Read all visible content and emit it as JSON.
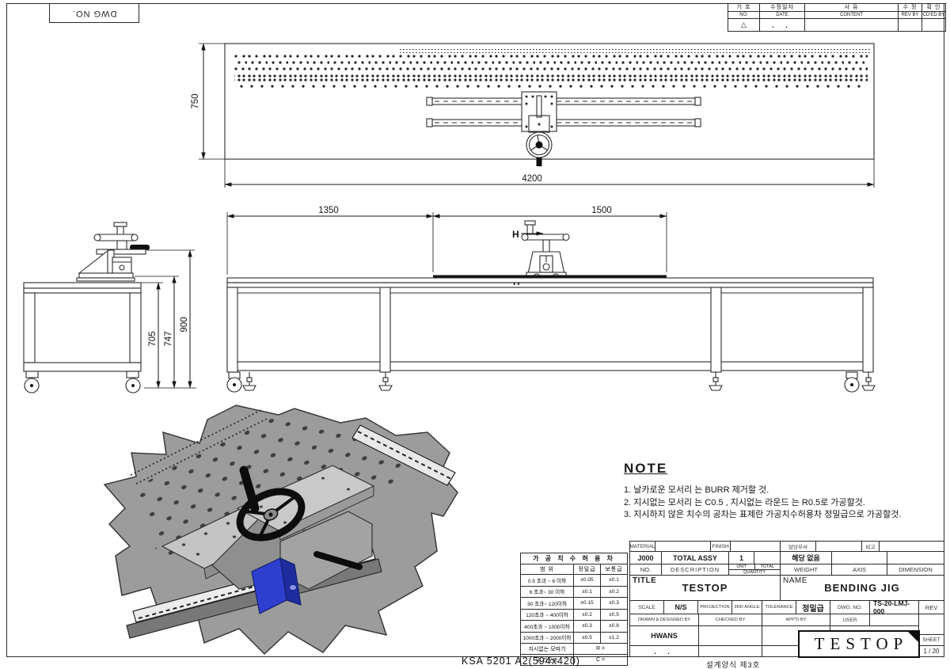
{
  "sheet": {
    "dwg_no_label": "DWG NO.",
    "footer_left": "KSA  5201  A2(594x420)",
    "footer_right": "설계양식 제3호"
  },
  "revision_table": {
    "headers": [
      {
        "ko": "기 호",
        "en": "NO."
      },
      {
        "ko": "수정일자",
        "en": "DATE"
      },
      {
        "ko": "사      유",
        "en": "CONTENT"
      },
      {
        "ko": "수 정",
        "en": "REV BY"
      },
      {
        "ko": "확 인",
        "en": "CD'ED BY"
      }
    ],
    "row": {
      "no": "△",
      "date": ".    .",
      "content": "",
      "rev_by": "",
      "cded_by": ""
    }
  },
  "views": {
    "top": {
      "width_dim": "4200",
      "depth_dim": "750"
    },
    "front": {
      "dim_left": "1350",
      "dim_right": "1500",
      "section_label": "H"
    },
    "side": {
      "dim_1": "705",
      "dim_2": "747",
      "dim_3": "900"
    }
  },
  "note": {
    "title": "NOTE",
    "items": [
      "1. 날카로운 모서리 는 BURR 제거할 것.",
      "2. 지시없는 모서리 는 C0.5 , 지시없는 라운드 는 R0.5로 가공할것.",
      "3. 지시하지 않은 치수의 공차는 표제란 가공치수허용차 정밀급으로 가공할것."
    ]
  },
  "tolerance_table": {
    "title": "가 공 치 수 허 용 차",
    "col_headers": [
      "범  위",
      "정밀급",
      "보통급"
    ],
    "rows": [
      [
        "0.5 초과 ~ 6 이하",
        "±0.05",
        "±0.1"
      ],
      [
        "6 초과~ 30 이하",
        "±0.1",
        "±0.2"
      ],
      [
        "30 초과~ 120이하",
        "±0.15",
        "±0.3"
      ],
      [
        "120초과 ~ 400이하",
        "±0.2",
        "±0.5"
      ],
      [
        "400초과 ~ 1000이하",
        "±0.3",
        "±0.8"
      ],
      [
        "1000초과 ~ 2000이하",
        "±0.5",
        "±1.2"
      ]
    ],
    "extra_rows": [
      {
        "label": "지시없는 모따기",
        "value": "R ="
      },
      {
        "label": "및  라운드",
        "value": "C ="
      }
    ]
  },
  "title_block": {
    "material_label": "MATERIAL",
    "finish_label": "FINISH",
    "dept_label": "담당부서",
    "remark_label": "비고",
    "part_no": "J000",
    "part_desc": "TOTAL ASSY",
    "part_qty": "1",
    "weight_value": "해당 없음",
    "no_label": "NO.",
    "description_label": "DESCRIPTION",
    "unit_label": "UNIT",
    "total_label": "TOTAL",
    "quantity_label": "QUANTITY",
    "weight_label": "WEIGHT",
    "axis_label": "AXIS",
    "dimension_label": "DIMENSION",
    "title_label": "TITLE",
    "title_value": "TESTOP",
    "name_label": "NAME",
    "name_value": "BENDING JIG",
    "scale_label": "SCALE",
    "scale_value": "N/S",
    "projection_label": "PROJECTION",
    "projection_value": "3RD ANGLE",
    "tolerance_label": "TOLERANCE",
    "tolerance_value": "정밀급",
    "dwgno_label": "DWG. NO.",
    "dwgno_value": "TS-20-LMJ-000",
    "rev_label": "REV",
    "drawn_label": "DRAWN & DESIGNED BY",
    "checked_label": "CHECKED BY",
    "appd_label": "APP'D BY",
    "user_label": "USER",
    "drawn_value": "HWANS",
    "date_dots": ".    .",
    "logo_text": "TESTOP",
    "sheet_label": "SHEET",
    "sheet_value": "1 / 20"
  }
}
